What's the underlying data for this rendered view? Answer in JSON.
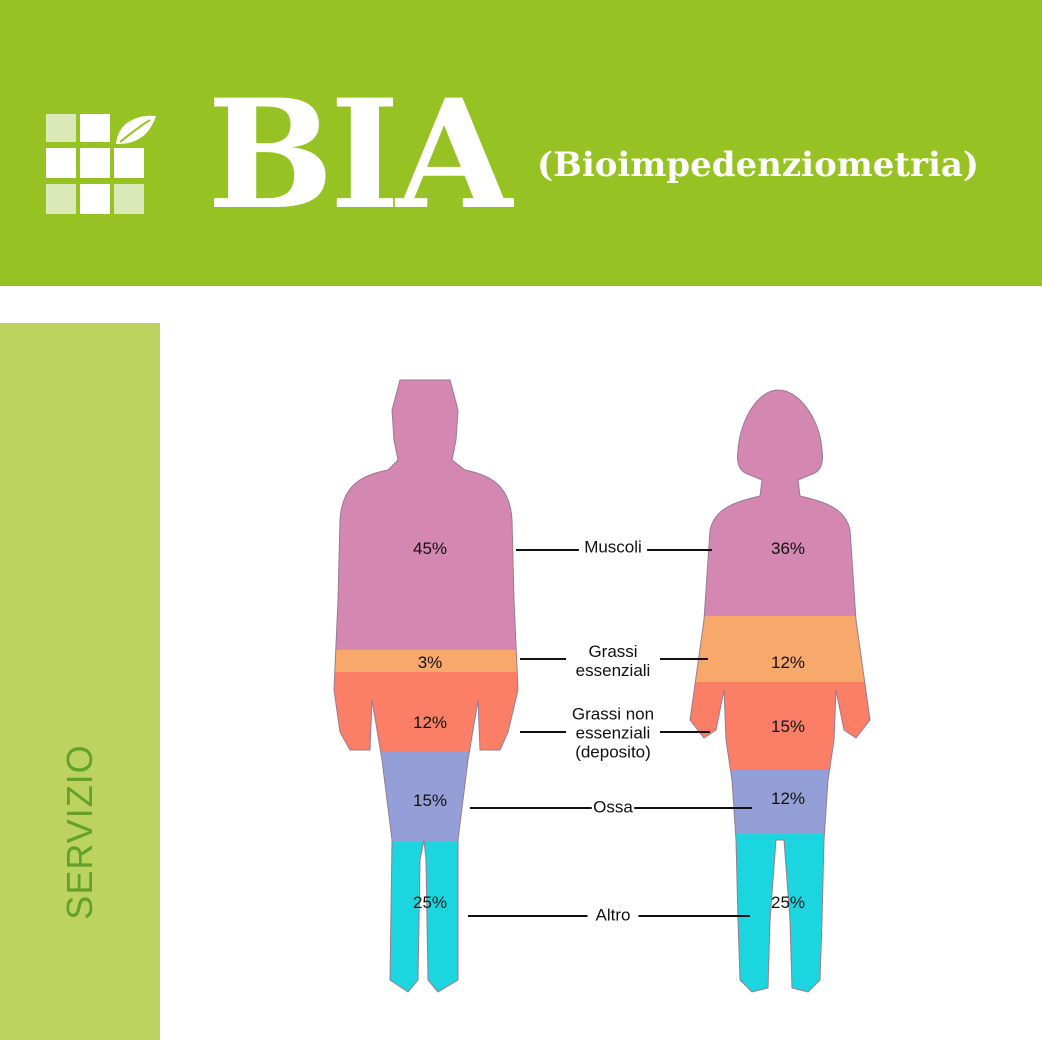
{
  "header": {
    "title": "BIA",
    "subtitle": "(Bioimpedenziometria)",
    "logo": "grid-leaf-logo",
    "background_color": "#97c224"
  },
  "sidebar": {
    "label": "SERVIZIO",
    "background_color": "#bcd35f",
    "text_color": "#63a12b"
  },
  "categories": [
    {
      "label_lines": [
        "Muscoli"
      ],
      "male": "45%",
      "female": "36%",
      "color": "#d487b0"
    },
    {
      "label_lines": [
        "Grassi",
        "essenziali"
      ],
      "male": "3%",
      "female": "12%",
      "color": "#f9a86c"
    },
    {
      "label_lines": [
        "Grassi non",
        "essenziali",
        "(deposito)"
      ],
      "male": "12%",
      "female": "15%",
      "color": "#fb7f66"
    },
    {
      "label_lines": [
        "Ossa"
      ],
      "male": "15%",
      "female": "12%",
      "color": "#939fd6"
    },
    {
      "label_lines": [
        "Altro"
      ],
      "male": "25%",
      "female": "25%",
      "color": "#1cd6df"
    }
  ]
}
